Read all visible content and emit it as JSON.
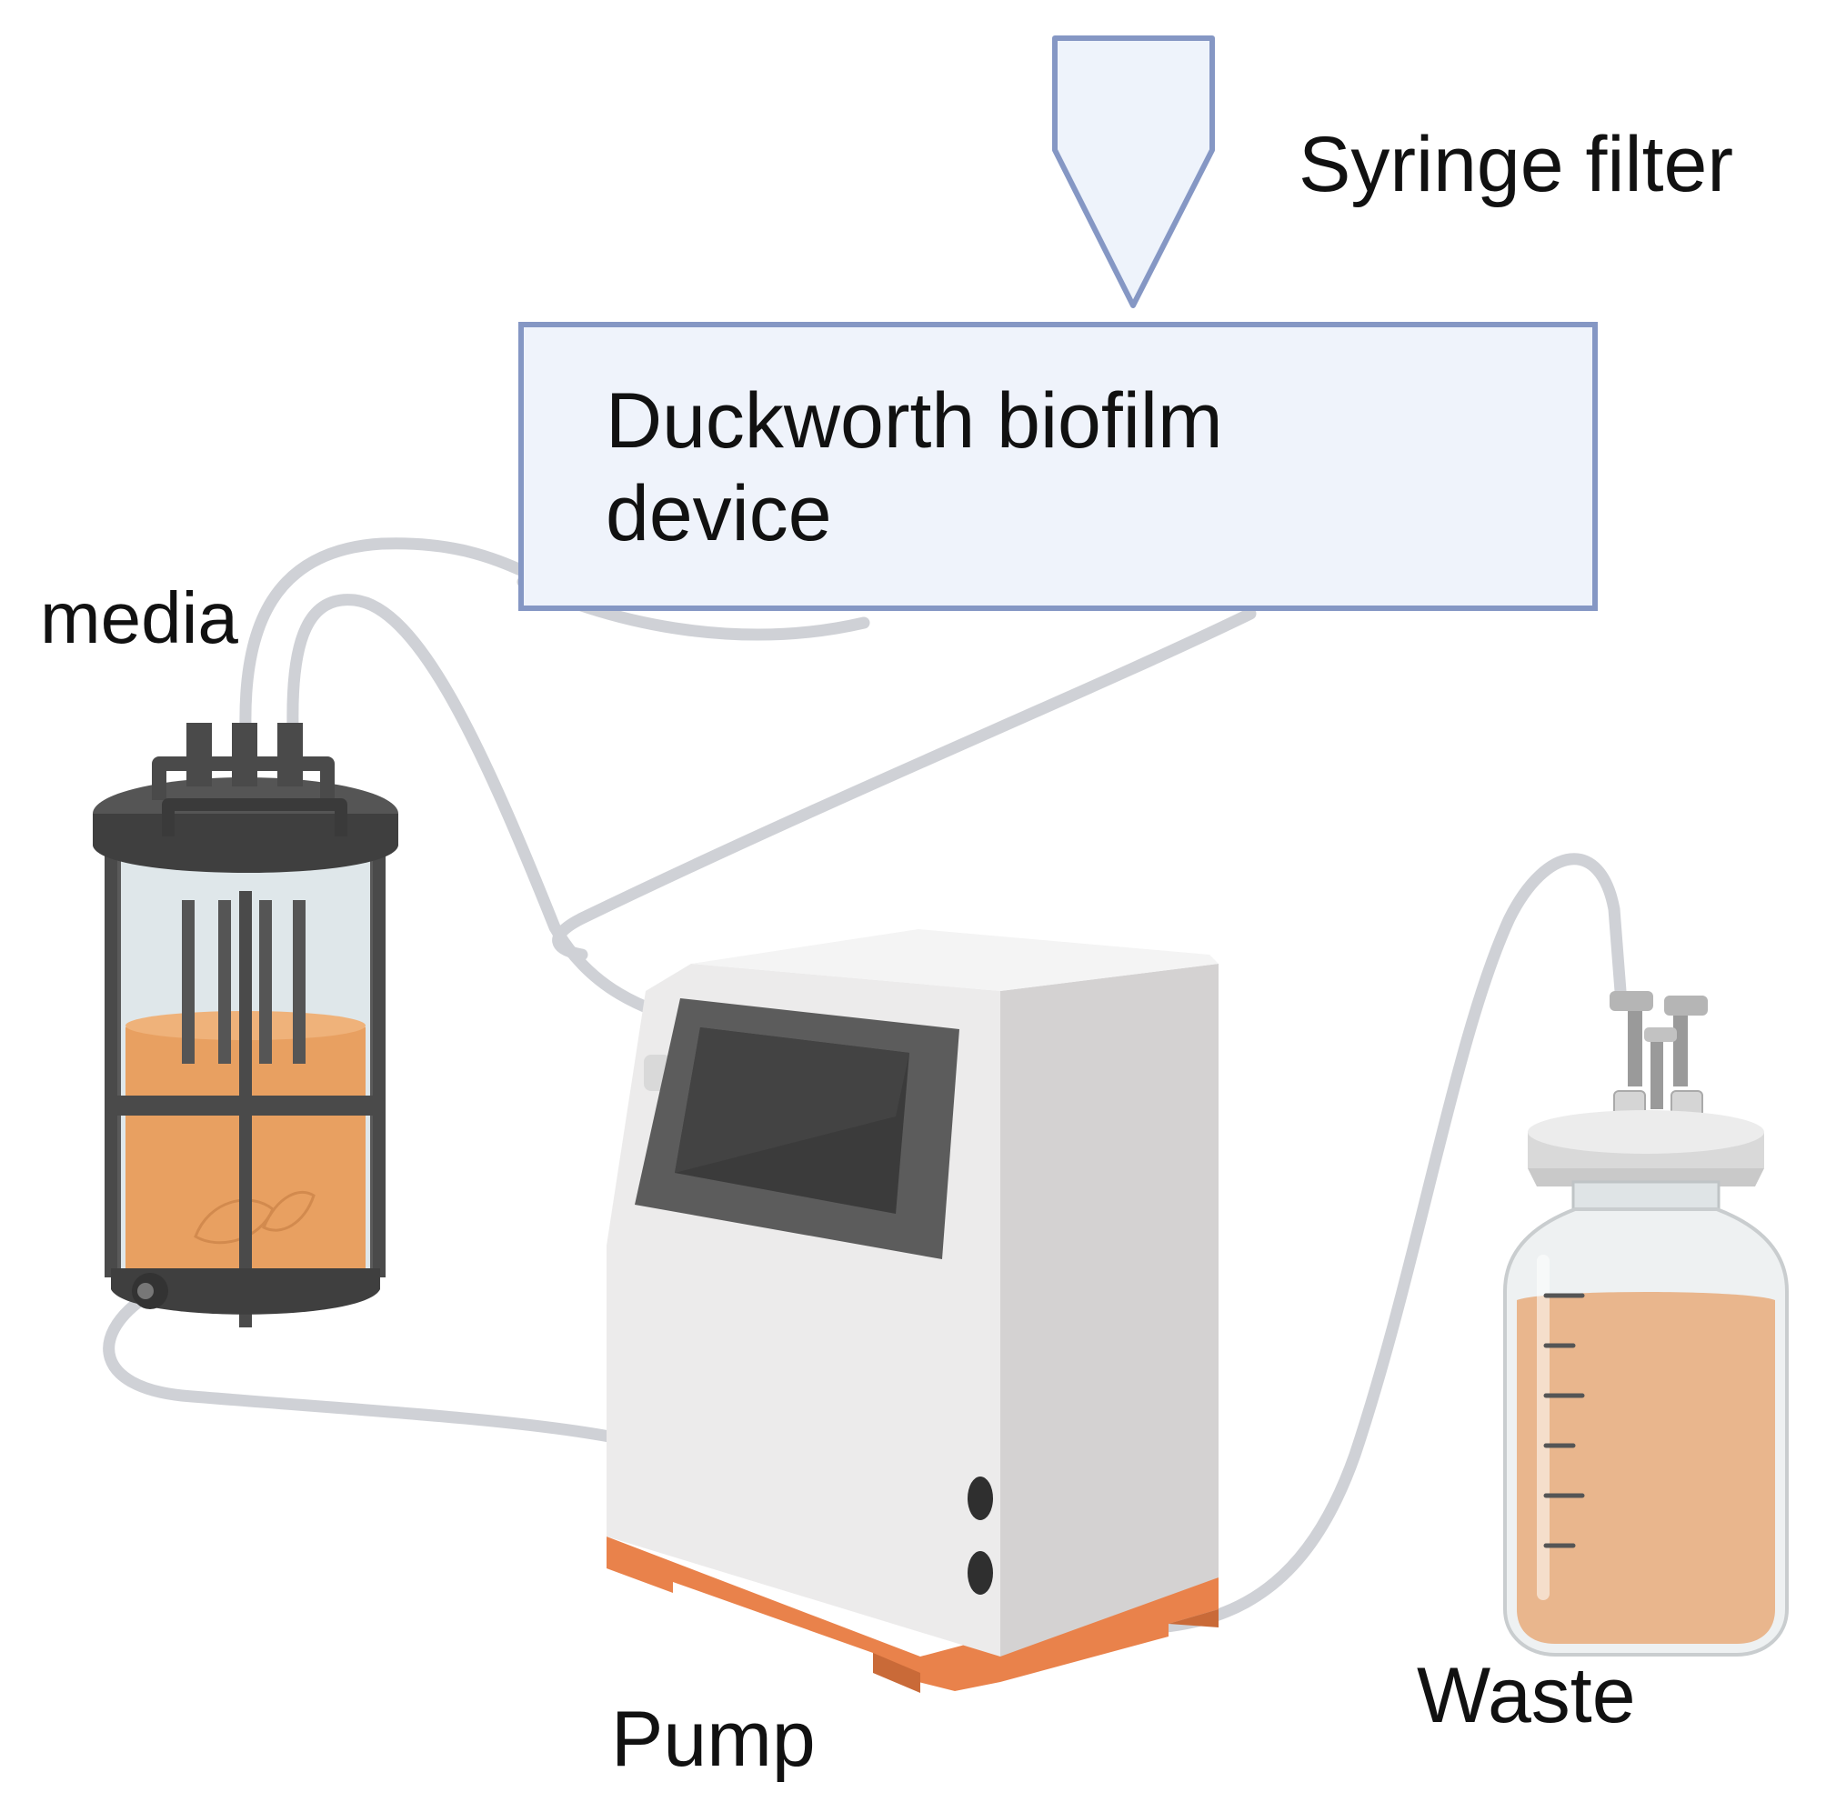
{
  "labels": {
    "syringe_filter": "Syringe filter",
    "device": "Duckworth biofilm device",
    "media": "media",
    "pump": "Pump",
    "waste": "Waste"
  },
  "colors": {
    "tubing": "#cfd1d6",
    "device_border": "#8597c4",
    "device_fill": "#eff3fb",
    "media_liquid": "#e8a061",
    "waste_liquid": "#e9b68d",
    "pump_base": "#e9824b",
    "pump_body": "#ecebeb",
    "screen": "#3d3d3d",
    "vessel_frame": "#4a4a4a"
  },
  "icons": {
    "syringe_filter": "syringe-filter-icon",
    "media_vessel": "bioreactor-vessel-icon",
    "pump": "peristaltic-pump-icon",
    "waste": "waste-bottle-icon"
  }
}
